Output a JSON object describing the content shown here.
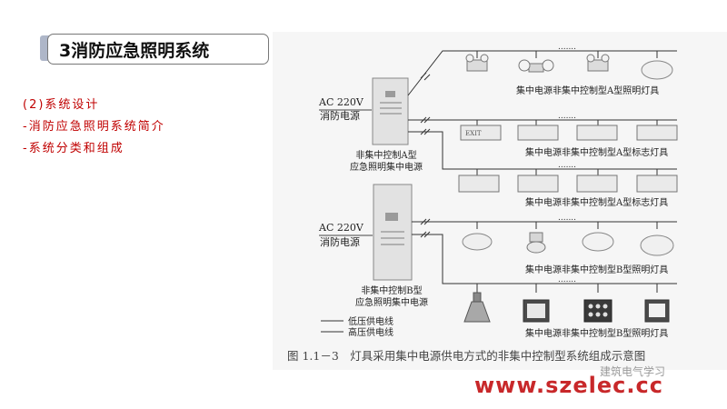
{
  "title": "3消防应急照明系统",
  "outline": [
    "(2)系统设计",
    "-消防应急照明系统简介",
    "-系统分类和组成"
  ],
  "diagram": {
    "source_a": {
      "voltage": "AC 220V",
      "sub": "消防电源",
      "caption_lines": [
        "非集中控制A型",
        "应急照明集中电源"
      ]
    },
    "source_b": {
      "voltage": "AC 220V",
      "sub": "消防电源",
      "caption_lines": [
        "非集中控制B型",
        "应急照明集中电源"
      ]
    },
    "group_labels": [
      "集中电源非集中控制型A型照明灯具",
      "集中电源非集中控制型A型标志灯具",
      "集中电源非集中控制型A型标志灯具",
      "集中电源非集中控制型B型照明灯具",
      "集中电源非集中控制型B型照明灯具"
    ],
    "exit_sign_text": "EXIT",
    "legend": [
      "低压供电线",
      "高压供电线"
    ],
    "caption": "图 1.1－3　灯具采用集中电源供电方式的非集中控制型系统组成示意图"
  },
  "watermark": {
    "url": "www.szelec.cc",
    "channel": "建筑电气学习"
  }
}
